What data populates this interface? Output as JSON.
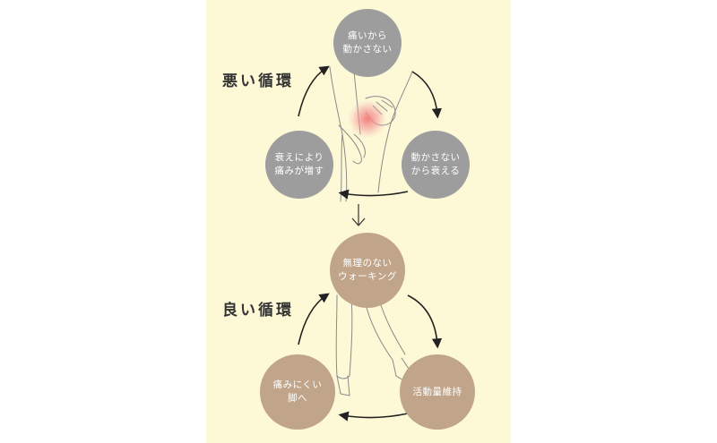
{
  "bad_cycle": {
    "title": "悪い循環",
    "nodes": [
      {
        "line1": "痛いから",
        "line2": "動かさない"
      },
      {
        "line1": "動かさない",
        "line2": "から衰える"
      },
      {
        "line1": "衰えにより",
        "line2": "痛みが増す"
      }
    ]
  },
  "good_cycle": {
    "title": "良い循環",
    "nodes": [
      {
        "line1": "無理のない",
        "line2": "ウォーキング"
      },
      {
        "line1": "活動量維持",
        "line2": ""
      },
      {
        "line1": "痛みにくい",
        "line2": "脚へ"
      }
    ]
  },
  "colors": {
    "panel_background": "#fdf9d6",
    "bad_node": "#9d9d9d",
    "good_node": "#c1a58b",
    "pain_highlight": "#f07878"
  }
}
